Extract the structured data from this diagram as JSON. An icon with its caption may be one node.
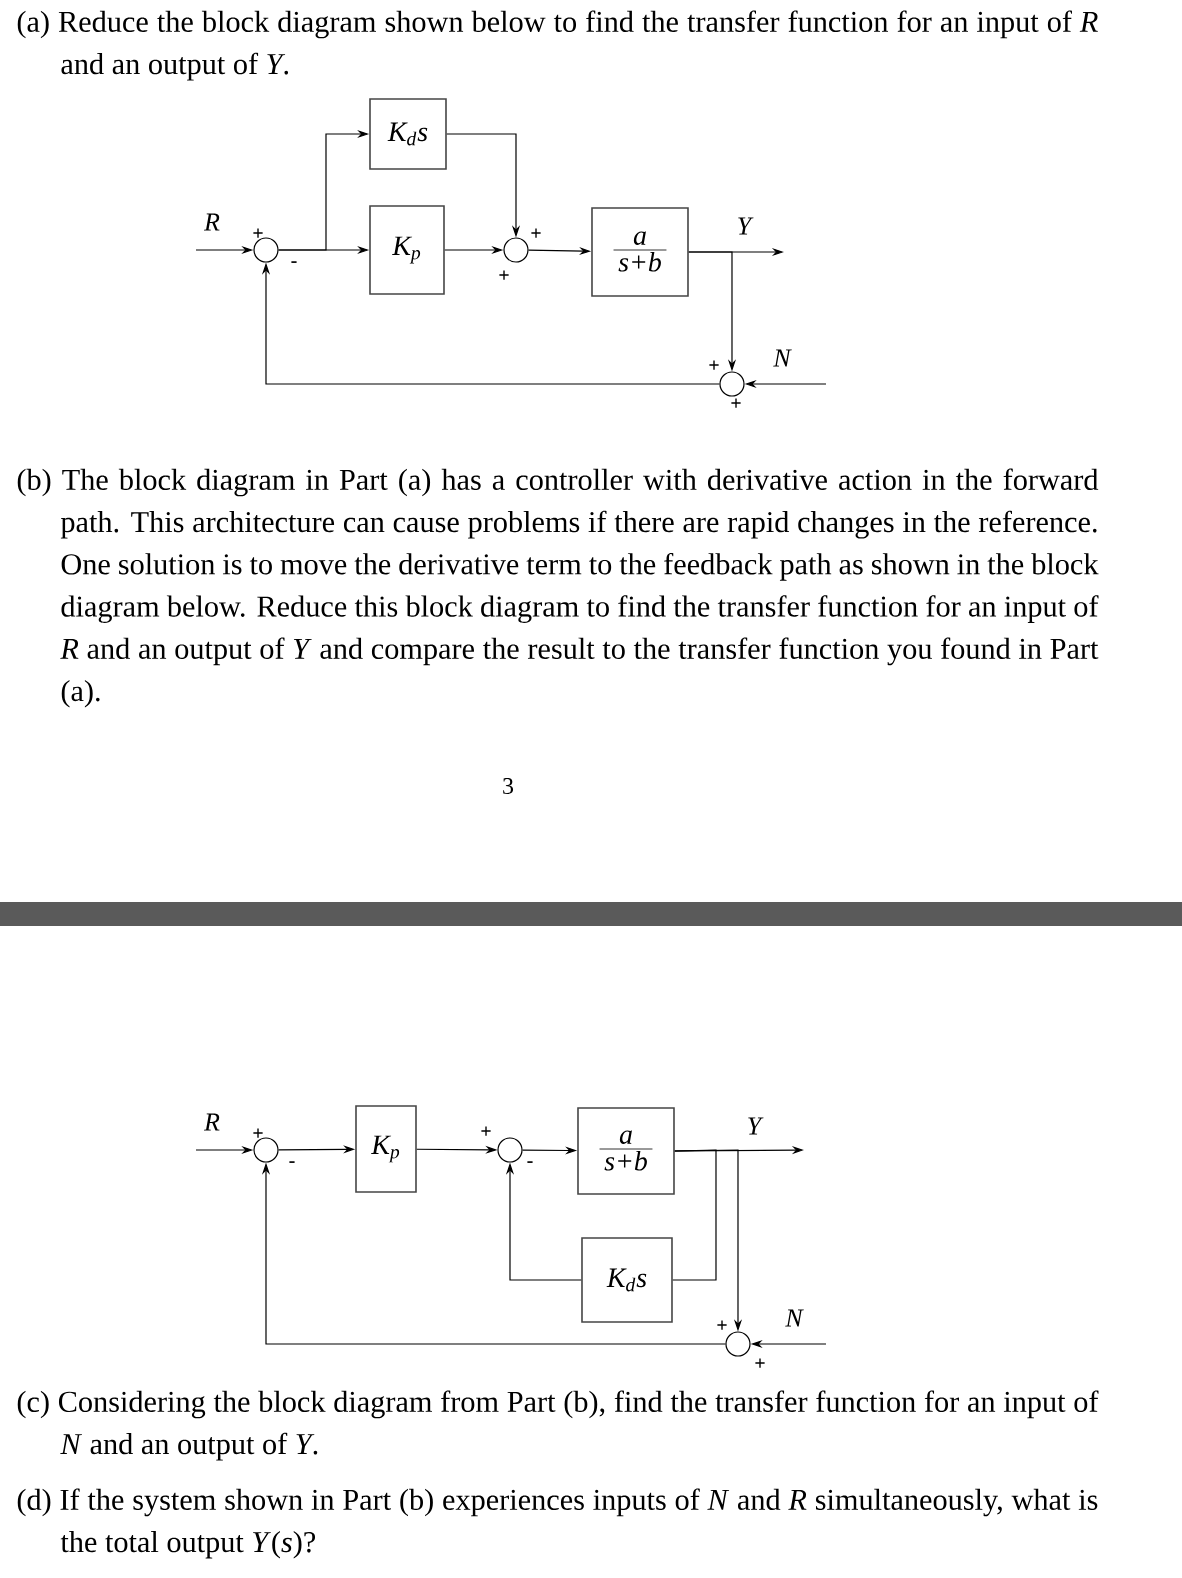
{
  "diagram": {
    "nodes": [
      {
        "text": [
          "K$_{d}$s"
        ]
      },
      {
        "text": [
          "K$_{p}$"
        ]
      },
      {
        "text": [],
        "shape": "circle"
      },
      {
        "text": [],
        "shape": "circle"
      },
      {
        "text": [
          "a",
          "s+b"
        ]
      },
      {
        "text": [],
        "shape": "circle"
      },
      {
        "text": [],
        "shape": "circle"
      },
      {
        "text": [
          "K$_{p}$"
        ]
      },
      {
        "text": [],
        "shape": "circle"
      },
      {
        "text": [
          "a",
          "s+b"
        ]
      },
      {
        "text": [
          "K$_{d}$s"
        ]
      },
      {
        "text": [],
        "shape": "circle"
      }
    ],
    "edges": [
      {
        "from": null,
        "to": 2,
        "arrow": "to",
        "label": "R"
      },
      {
        "from": 2,
        "to": 1,
        "arrow": "to"
      },
      {
        "from": 2,
        "to": 0,
        "arrow": "to"
      },
      {
        "from": 0,
        "to": 3,
        "arrow": "to"
      },
      {
        "from": 1,
        "to": 3,
        "arrow": "to"
      },
      {
        "from": 3,
        "to": 4,
        "arrow": "to"
      },
      {
        "from": 4,
        "to": null,
        "arrow": "to",
        "label": "Y"
      },
      {
        "from": 4,
        "to": 5,
        "arrow": "to"
      },
      {
        "from": null,
        "to": 5,
        "arrow": "to",
        "label": "N"
      },
      {
        "from": 5,
        "to": 2,
        "arrow": "to"
      },
      {
        "from": null,
        "to": 6,
        "arrow": "to",
        "label": "R"
      },
      {
        "from": 6,
        "to": 7,
        "arrow": "to"
      },
      {
        "from": 7,
        "to": 8,
        "arrow": "to"
      },
      {
        "from": 8,
        "to": 9,
        "arrow": "to"
      },
      {
        "from": 9,
        "to": null,
        "arrow": "to",
        "label": "Y"
      },
      {
        "from": 9,
        "to": 10,
        "arrow": "none"
      },
      {
        "from": 10,
        "to": 8,
        "arrow": "to"
      },
      {
        "from": 9,
        "to": 11,
        "arrow": "to"
      },
      {
        "from": null,
        "to": 11,
        "arrow": "to",
        "label": "N"
      },
      {
        "from": 11,
        "to": 6,
        "arrow": "to"
      }
    ],
    "labels": [
      "(a) Reduce the block diagram shown below to find the transfer function for an input of *R* and an output of *Y*.",
      "+",
      "-",
      "+",
      "+",
      "+",
      "+",
      "(b) The block diagram in Part (a) has a controller with derivative action in the forward path. This architecture can cause problems if there are rapid changes in the reference. One solution is to move the derivative term to the feedback path as shown in the block diagram below. Reduce this block diagram to find the transfer function for an input of *R* and an output of *Y* and compare the result to the transfer function you found in Part (a).",
      "3",
      "+",
      "-",
      "+",
      "-",
      "+",
      "+",
      "(c) Considering the block diagram from Part (b), find the transfer function for an input of *N* and an output of *Y*.",
      "(d) If the system shown in Part (b) experiences inputs of *N* and *R* simultaneously, what is the total output *Y*(*s*)?"
    ]
  }
}
